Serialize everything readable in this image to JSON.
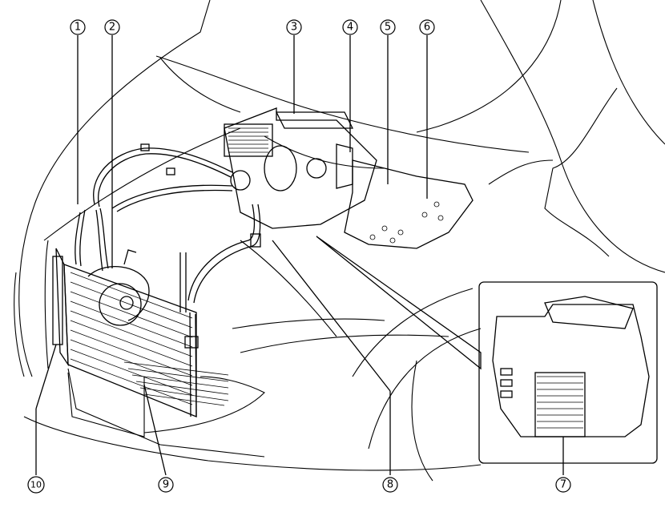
{
  "diagram": {
    "callouts": [
      {
        "id": "1",
        "label": "1"
      },
      {
        "id": "2",
        "label": "2"
      },
      {
        "id": "3",
        "label": "3"
      },
      {
        "id": "4",
        "label": "4"
      },
      {
        "id": "5",
        "label": "5"
      },
      {
        "id": "6",
        "label": "6"
      },
      {
        "id": "7",
        "label": "7"
      },
      {
        "id": "8",
        "label": "8"
      },
      {
        "id": "9",
        "label": "9"
      },
      {
        "id": "10",
        "label": "10"
      }
    ],
    "colors": {
      "line": "#000000",
      "background": "#ffffff"
    }
  }
}
